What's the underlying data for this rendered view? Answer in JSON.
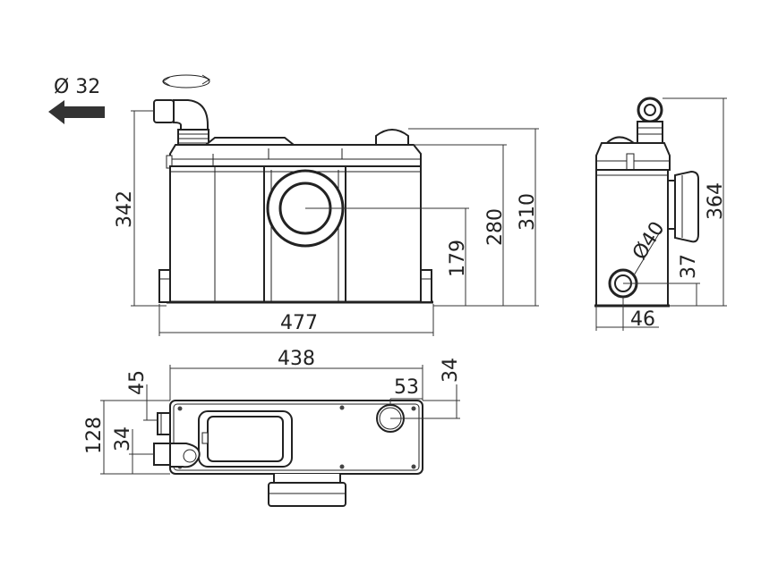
{
  "labels": {
    "outlet_diameter": "Ø 32",
    "height_overall_front": "342",
    "height_top": "310",
    "height_lid": "280",
    "height_inlet_center": "179",
    "width_front": "477",
    "height_overall_side": "364",
    "side_inlet_diameter": "Ø40",
    "side_inlet_height": "37",
    "side_inlet_offset": "46",
    "width_body_top": "438",
    "top_offset_45": "45",
    "top_depth_128": "128",
    "top_outlet_offset": "34",
    "top_inlet_dia": "53",
    "top_inlet_offset": "34"
  }
}
